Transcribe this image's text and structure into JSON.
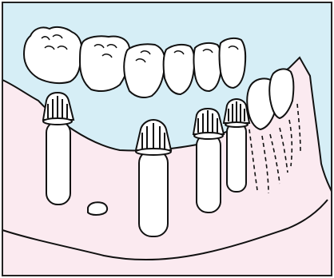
{
  "illustration": {
    "colors": {
      "background": "#d6eef6",
      "gum": "#fbeaf0",
      "tooth": "#ffffff",
      "outline": "#111111",
      "border": "#222222"
    },
    "elements": {
      "bridge_crowns": 6,
      "implants": 4,
      "natural_teeth": 2,
      "bone_fragments": 1
    }
  }
}
